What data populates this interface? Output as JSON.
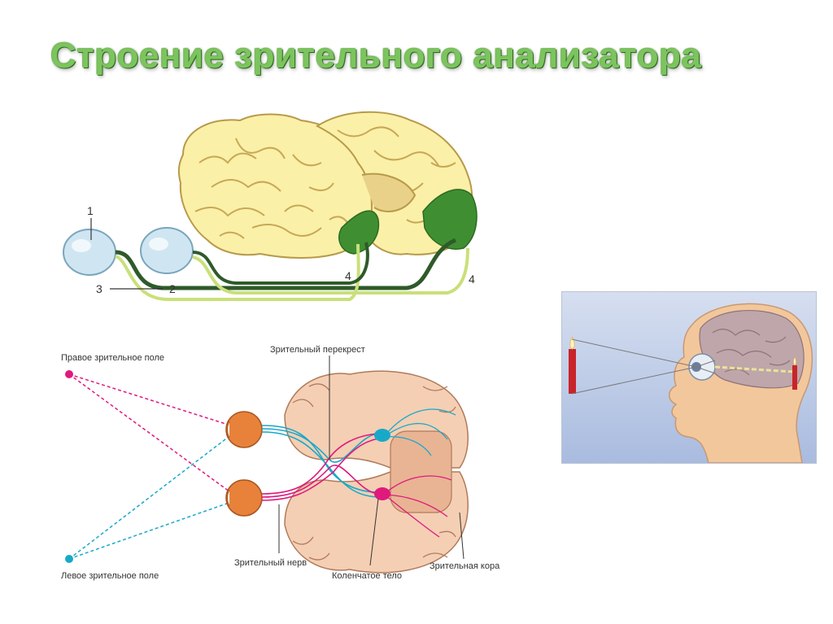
{
  "title": "Строение зрительного  анализатора",
  "top_figure": {
    "markers": [
      "1",
      "2",
      "3",
      "4",
      "4"
    ]
  },
  "bottom_figure": {
    "labels": {
      "right_field": "Правое зрительное поле",
      "left_field": "Левое зрительное поле",
      "chiasm": "Зрительный перекрест",
      "optic_nerve": "Зрительный нерв",
      "geniculate": "Коленчатое тело",
      "cortex": "Зрительная кора"
    }
  },
  "colors": {
    "title_green": "#7cc45e",
    "brain_fill": "#fbf0a8",
    "visual_area_green": "#3f8f32",
    "dark_tract": "#2f5a2a",
    "light_tract": "#c9e07a",
    "cortex_pink": "#f4cfb4",
    "eye_orange": "#e8823a",
    "magenta": "#e0197d",
    "cyan": "#18a9c9",
    "photo_bg": "#b9c7e6"
  }
}
